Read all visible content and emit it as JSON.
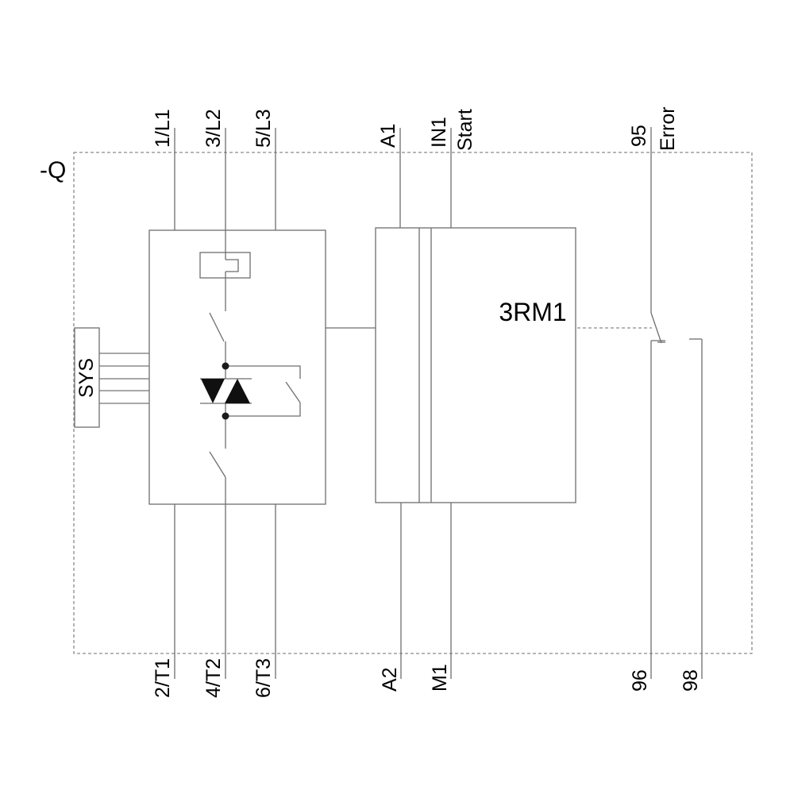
{
  "circuit": {
    "designation": "-Q",
    "main_device": {
      "label": "3RM1"
    },
    "system_interface": {
      "label": "SYS"
    },
    "terminals": {
      "top": [
        {
          "label": "1/L1"
        },
        {
          "label": "3/L2"
        },
        {
          "label": "5/L3"
        },
        {
          "label": "A1"
        },
        {
          "label": "IN1"
        },
        {
          "label": "95"
        }
      ],
      "bottom": [
        {
          "label": "2/T1"
        },
        {
          "label": "4/T2"
        },
        {
          "label": "6/T3"
        },
        {
          "label": "A2"
        },
        {
          "label": "M1"
        },
        {
          "label": "96"
        },
        {
          "label": "98"
        }
      ]
    },
    "signal_labels": {
      "start": "Start",
      "error": "Error"
    },
    "colors": {
      "background": "#ffffff",
      "wire": "#6e6e6e",
      "boundary_dash": "#8a8a8a",
      "text": "#000000",
      "filled_symbol": "#101010"
    }
  }
}
